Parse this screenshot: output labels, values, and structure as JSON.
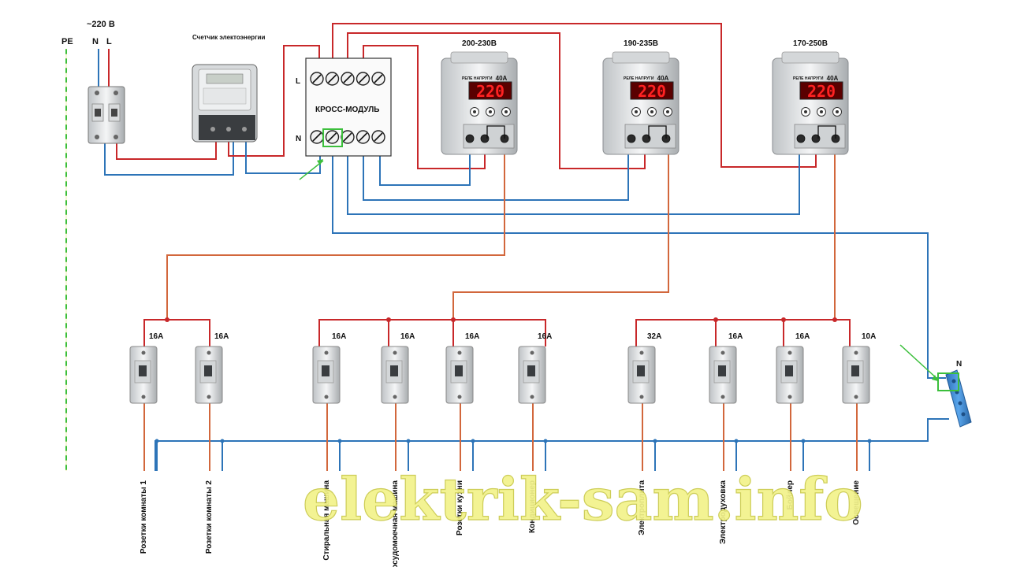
{
  "supply": {
    "voltage_label": "~220 В",
    "pe_label": "PE",
    "n_label": "N",
    "l_label": "L"
  },
  "meter": {
    "title": "Счетчик электоэнергии"
  },
  "cross_module": {
    "title": "КРОСС-МОДУЛЬ",
    "row_l": "L",
    "row_n": "N"
  },
  "relays": [
    {
      "range": "200-230В",
      "display": "220",
      "current": "40A",
      "brand": "РЕЛЕ НАПРУГИ"
    },
    {
      "range": "190-235В",
      "display": "220",
      "current": "40A",
      "brand": "РЕЛЕ НАПРУГИ"
    },
    {
      "range": "170-250В",
      "display": "220",
      "current": "40A",
      "brand": "РЕЛЕ НАПРУГИ"
    }
  ],
  "breakers": [
    {
      "rating": "16A",
      "load": "Розетки комнаты 1"
    },
    {
      "rating": "16A",
      "load": "Розетки комнаты 2"
    },
    {
      "rating": "16A",
      "load": "Стиральная машина"
    },
    {
      "rating": "16A",
      "load": "Посудомоечная машина"
    },
    {
      "rating": "16A",
      "load": "Розетки кухни"
    },
    {
      "rating": "16A",
      "load": "Кондиционер"
    },
    {
      "rating": "32A",
      "load": "Электроплита"
    },
    {
      "rating": "16A",
      "load": "Электродуховка"
    },
    {
      "rating": "16A",
      "load": "Бойлер"
    },
    {
      "rating": "10A",
      "load": "Освещение"
    }
  ],
  "neutral_bus": {
    "label": "N"
  },
  "watermark": "elektrik-sam.info",
  "colors": {
    "phase": "#c8282a",
    "neutral": "#2d74b8",
    "pe": "#3cbf3c",
    "branch": "#d2673c",
    "display_bg": "#5a0000",
    "display_fg": "#ff2222",
    "bus": "#3f8fd8",
    "watermark": "#f2f28a"
  }
}
